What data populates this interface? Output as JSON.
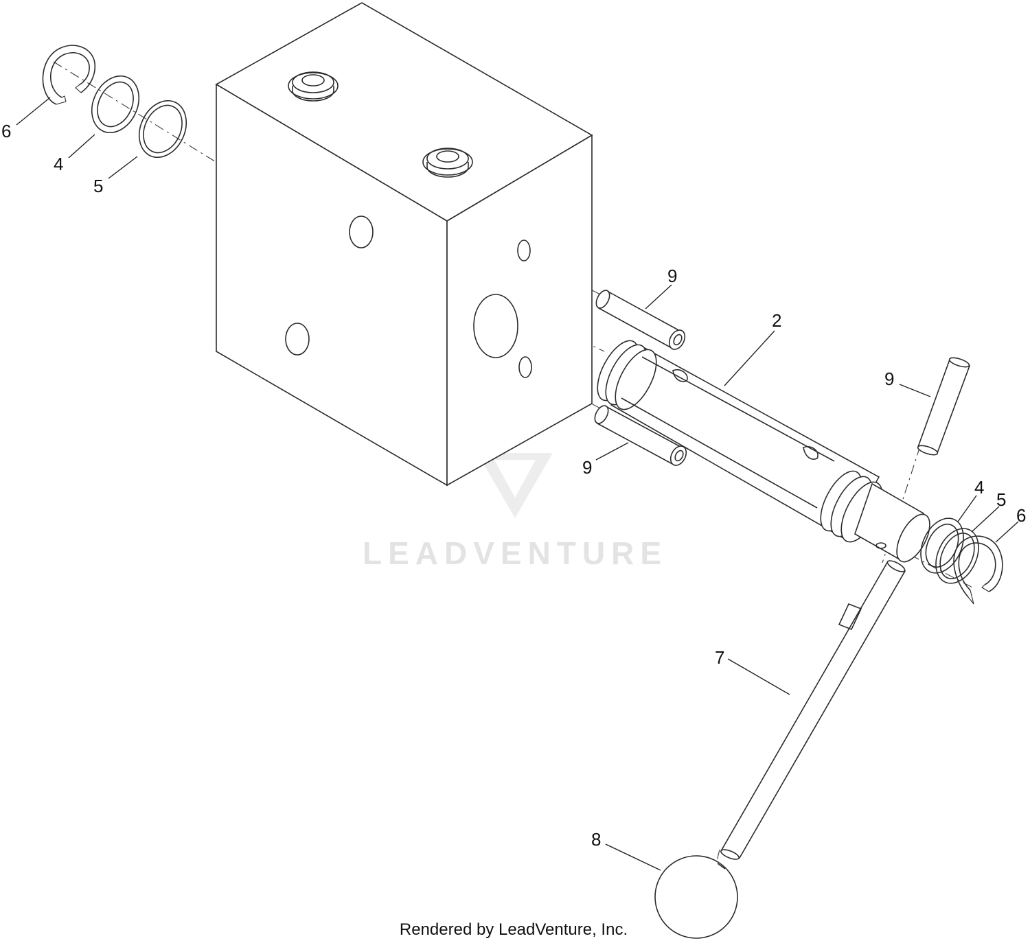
{
  "callouts": [
    {
      "id": "c6a",
      "label": "6"
    },
    {
      "id": "c4a",
      "label": "4"
    },
    {
      "id": "c5a",
      "label": "5"
    },
    {
      "id": "c9a",
      "label": "9"
    },
    {
      "id": "c2",
      "label": "2"
    },
    {
      "id": "c9b",
      "label": "9"
    },
    {
      "id": "c9c",
      "label": "9"
    },
    {
      "id": "c4b",
      "label": "4"
    },
    {
      "id": "c5b",
      "label": "5"
    },
    {
      "id": "c6b",
      "label": "6"
    },
    {
      "id": "c7",
      "label": "7"
    },
    {
      "id": "c8",
      "label": "8"
    }
  ],
  "watermark": {
    "text": "LEADVENTURE"
  },
  "credit": {
    "text": "Rendered by LeadVenture, Inc."
  },
  "colors": {
    "line": "#2b2b2b",
    "watermark": "#e3e3e3",
    "background": "#ffffff"
  }
}
